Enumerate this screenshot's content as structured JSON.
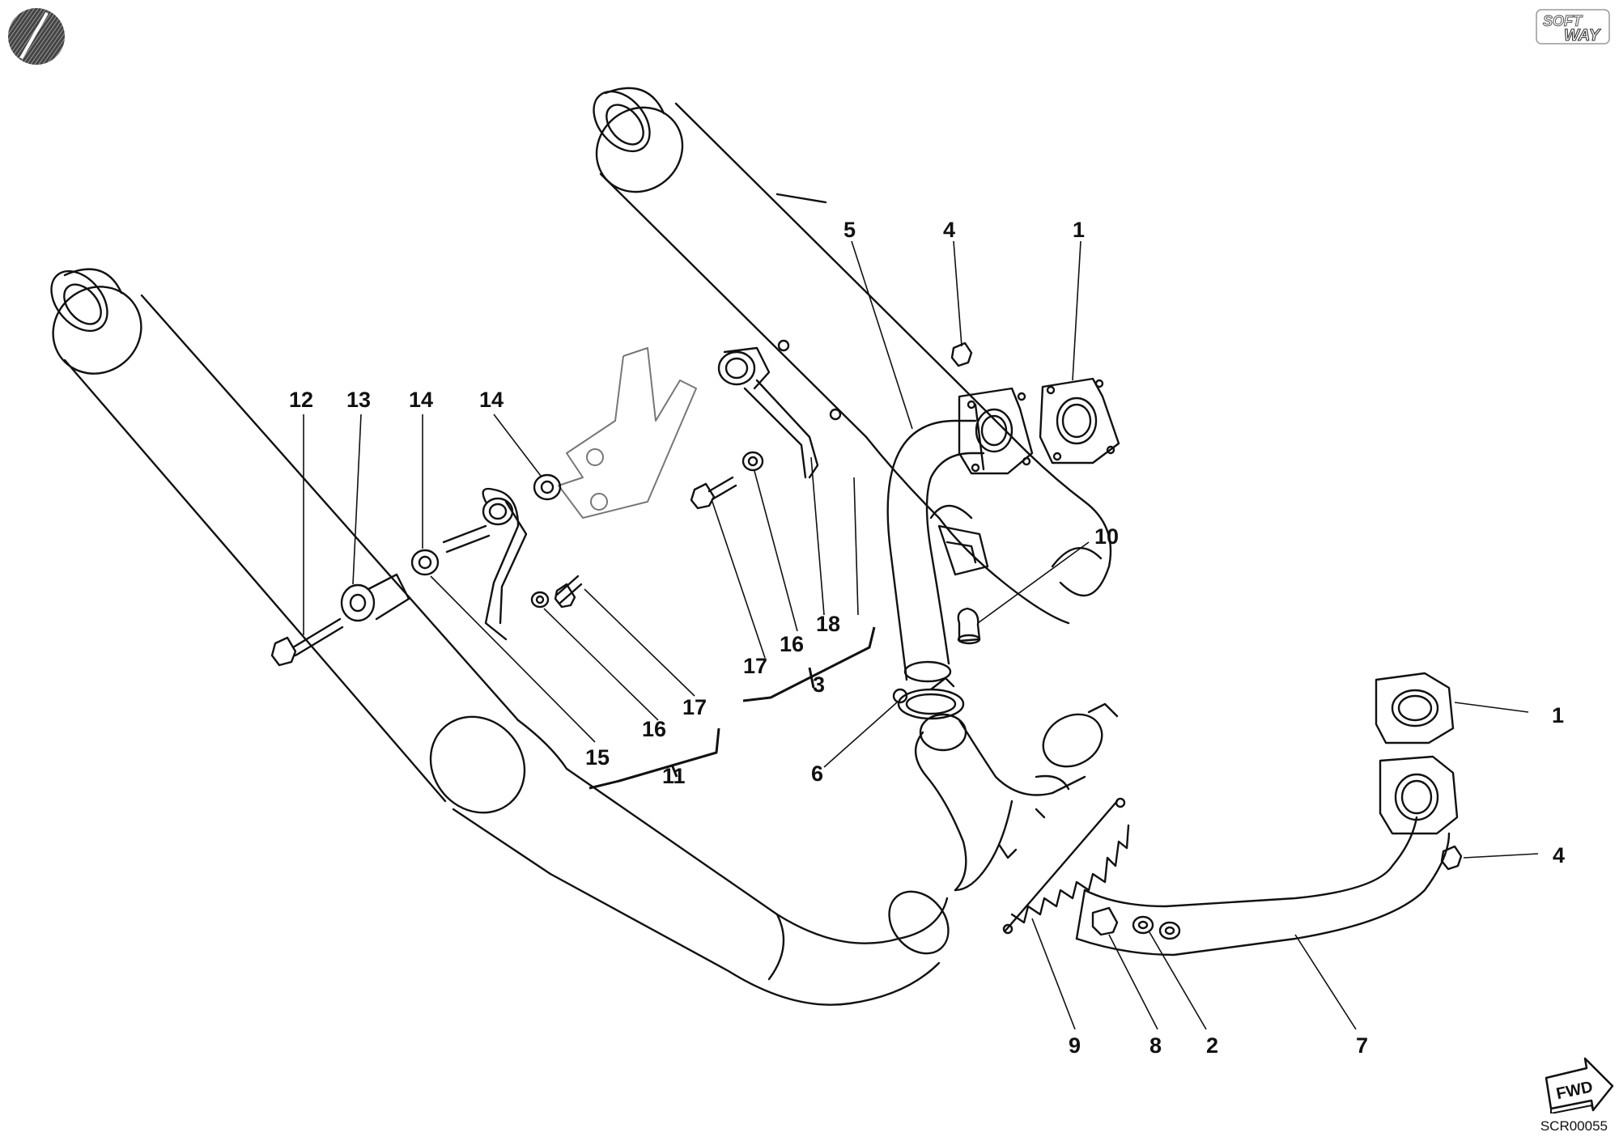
{
  "brand": {
    "text_top": "SOFT",
    "text_bottom": "WAY"
  },
  "drawing_code": "SCR00055",
  "direction_label": "FWD",
  "callouts": {
    "c1a": "1",
    "c1b": "1",
    "c2": "2",
    "c3": "3",
    "c4a": "4",
    "c4b": "4",
    "c5": "5",
    "c6": "6",
    "c7": "7",
    "c8": "8",
    "c9": "9",
    "c10": "10",
    "c11": "11",
    "c12": "12",
    "c13": "13",
    "c14a": "14",
    "c14b": "14",
    "c15": "15",
    "c16a": "16",
    "c16b": "16",
    "c17a": "17",
    "c17b": "17",
    "c18": "18"
  }
}
